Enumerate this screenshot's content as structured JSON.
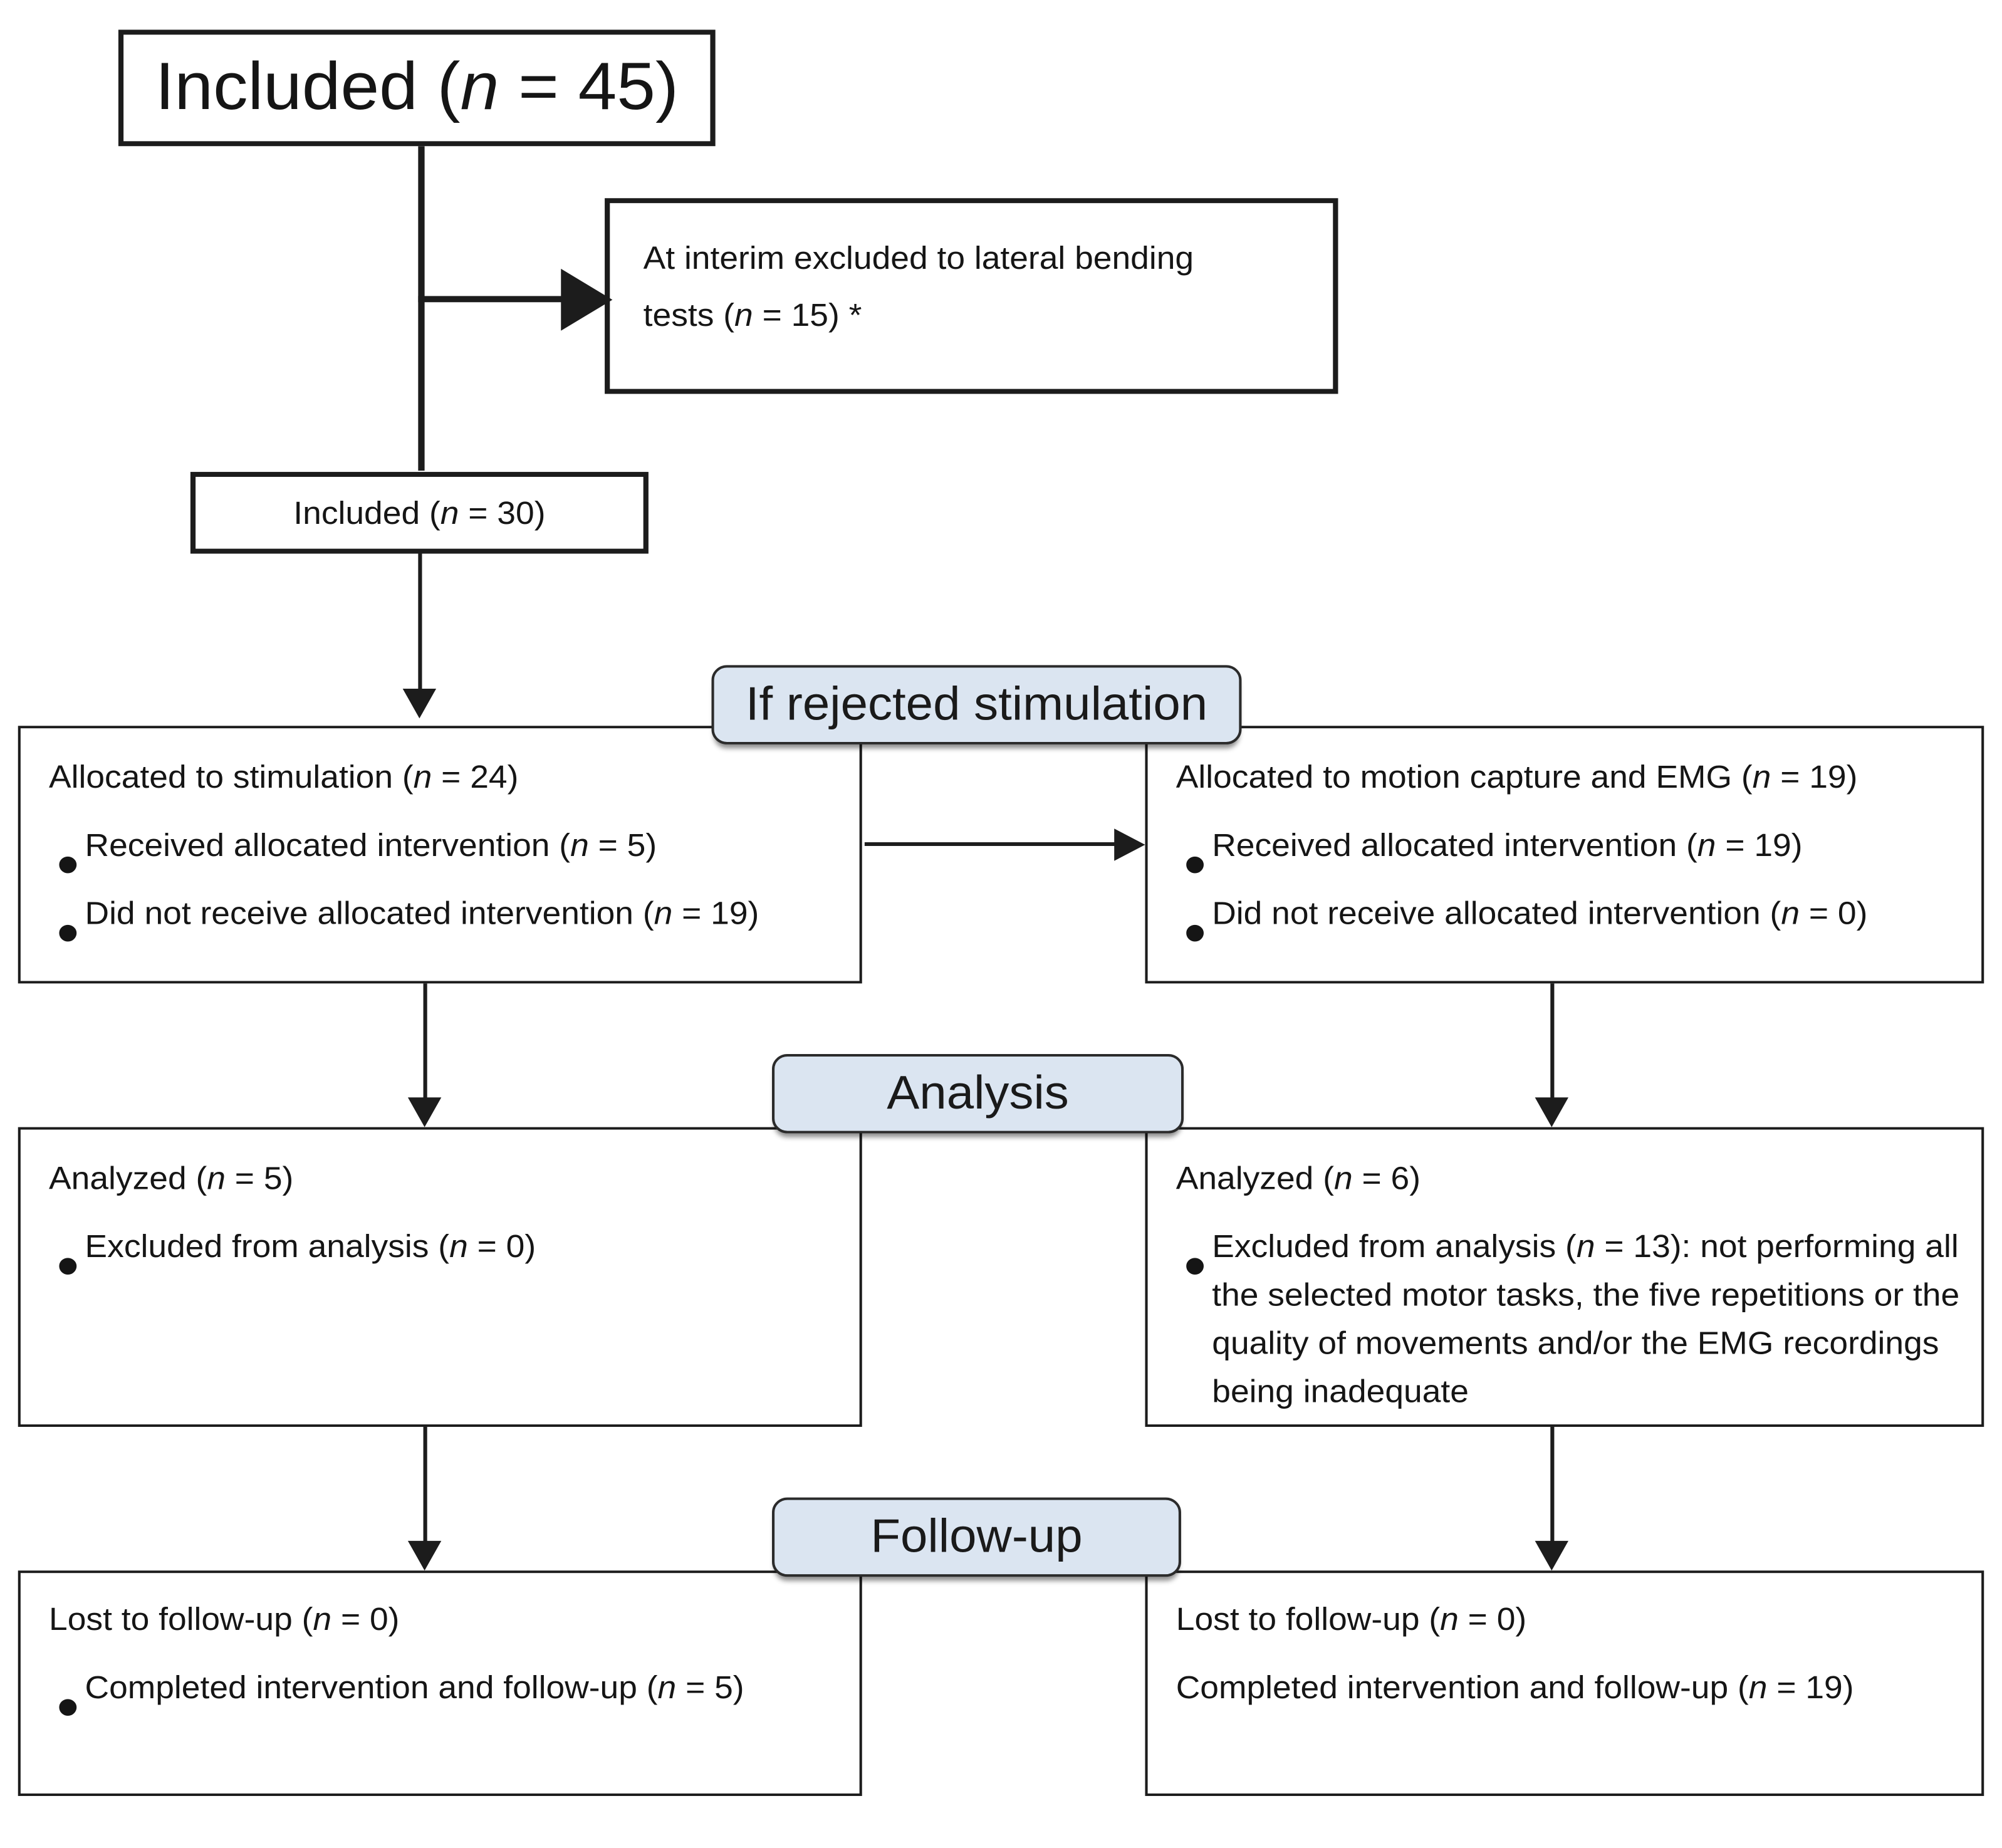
{
  "figure": {
    "type": "flow-diagram",
    "title": "CONSORT-style participant flow diagram",
    "accent_color": "#dbe5f1",
    "line_color": "#1c1c1c"
  },
  "nodes": {
    "included_45": {
      "text": "Included (n = 45)"
    },
    "interim_excluded": {
      "line1": "At interim excluded to lateral bending",
      "line2": "tests  (n = 15)  *"
    },
    "included_30": {
      "text": "Included (n = 30)"
    },
    "alloc_left": {
      "lead": "Allocated to stimulation (n = 24)",
      "bullets": [
        "Received allocated intervention (n = 5)",
        "Did not receive allocated intervention (n = 19)"
      ]
    },
    "alloc_right": {
      "lead": "Allocated to motion capture  and EMG (n = 19)",
      "bullets": [
        "Received allocated intervention (n = 19)",
        "Did not receive allocated intervention (n = 0)"
      ]
    },
    "analysis_left": {
      "lead": "Analyzed (n = 5)",
      "bullets": [
        "Excluded from analysis (n = 0)"
      ]
    },
    "analysis_right": {
      "lead": "Analyzed (n = 6)",
      "bullets": [
        "Excluded from analysis (n = 13): not performing all the selected motor tasks, the five repetitions or the quality of movements and/or the EMG recordings being inadequate"
      ]
    },
    "followup_left": {
      "lead": "Lost to follow-up (n = 0)",
      "bullets": [
        "Completed intervention and follow-up (n = 5)"
      ]
    },
    "followup_right": {
      "lead": "Lost to follow-up (n = 0)",
      "bullets": [
        "Completed intervention and follow-up (n = 19)"
      ]
    }
  },
  "banners": [
    {
      "label": "If rejected stimulation"
    },
    {
      "label": "Analysis"
    },
    {
      "label": "Follow-up"
    }
  ],
  "banner_labels": {
    "rejected": "If rejected stimulation",
    "analysis": "Analysis",
    "followup": "Follow-up"
  }
}
